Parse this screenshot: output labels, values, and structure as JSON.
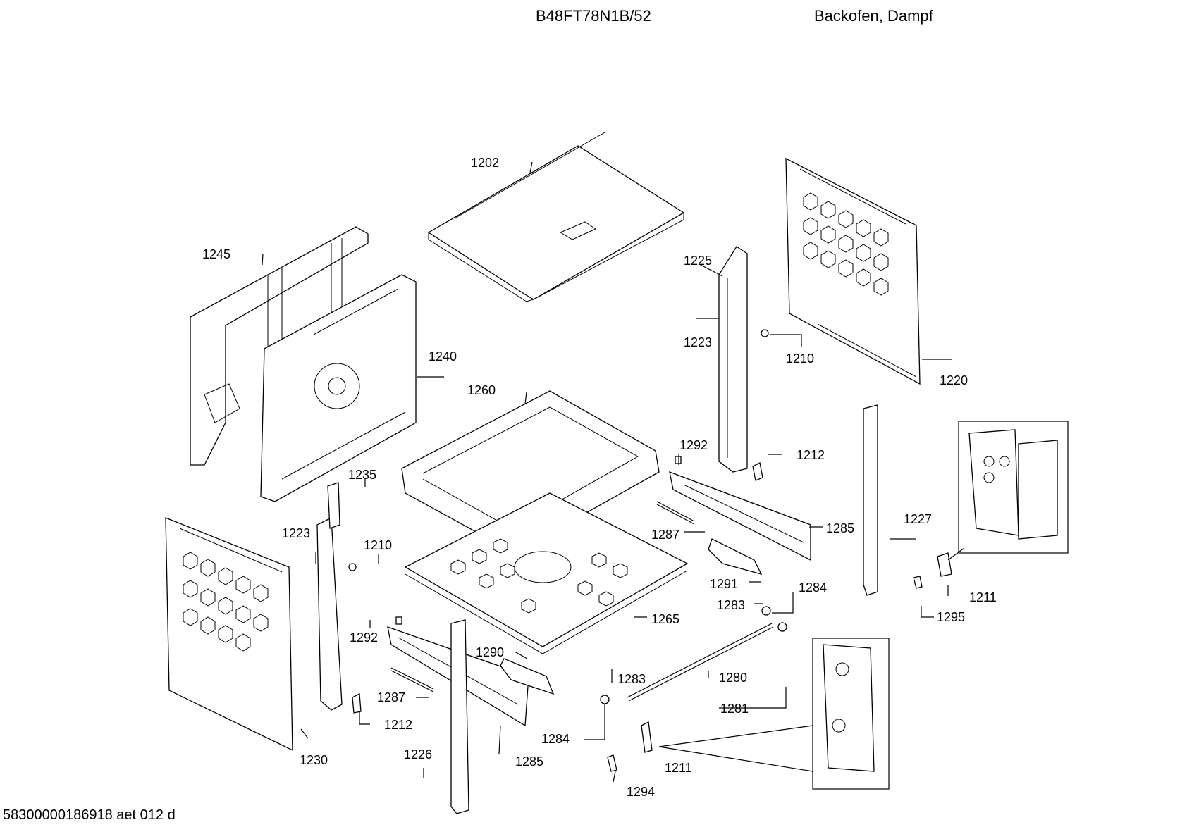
{
  "header": {
    "model": "B48FT78N1B/52",
    "description": "Backofen, Dampf"
  },
  "footer": {
    "doc_id": "58300000186918 aet 012 d"
  },
  "callouts": [
    {
      "id": "c1202",
      "label": "1202"
    },
    {
      "id": "c1245",
      "label": "1245"
    },
    {
      "id": "c1225",
      "label": "1225"
    },
    {
      "id": "c1223a",
      "label": "1223"
    },
    {
      "id": "c1210a",
      "label": "1210"
    },
    {
      "id": "c1220",
      "label": "1220"
    },
    {
      "id": "c1240",
      "label": "1240"
    },
    {
      "id": "c1260",
      "label": "1260"
    },
    {
      "id": "c1292a",
      "label": "1292"
    },
    {
      "id": "c1212a",
      "label": "1212"
    },
    {
      "id": "c1235",
      "label": "1235"
    },
    {
      "id": "c1223b",
      "label": "1223"
    },
    {
      "id": "c1210b",
      "label": "1210"
    },
    {
      "id": "c1287a",
      "label": "1287"
    },
    {
      "id": "c1285a",
      "label": "1285"
    },
    {
      "id": "c1227",
      "label": "1227"
    },
    {
      "id": "c1291",
      "label": "1291"
    },
    {
      "id": "c1284a",
      "label": "1284"
    },
    {
      "id": "c1283a",
      "label": "1283"
    },
    {
      "id": "c1211a",
      "label": "1211"
    },
    {
      "id": "c1295",
      "label": "1295"
    },
    {
      "id": "c1265",
      "label": "1265"
    },
    {
      "id": "c1292b",
      "label": "1292"
    },
    {
      "id": "c1290",
      "label": "1290"
    },
    {
      "id": "c1283b",
      "label": "1283"
    },
    {
      "id": "c1280",
      "label": "1280"
    },
    {
      "id": "c1287b",
      "label": "1287"
    },
    {
      "id": "c1281",
      "label": "1281"
    },
    {
      "id": "c1212b",
      "label": "1212"
    },
    {
      "id": "c1284b",
      "label": "1284"
    },
    {
      "id": "c1230",
      "label": "1230"
    },
    {
      "id": "c1226",
      "label": "1226"
    },
    {
      "id": "c1285b",
      "label": "1285"
    },
    {
      "id": "c1211b",
      "label": "1211"
    },
    {
      "id": "c1294",
      "label": "1294"
    }
  ]
}
